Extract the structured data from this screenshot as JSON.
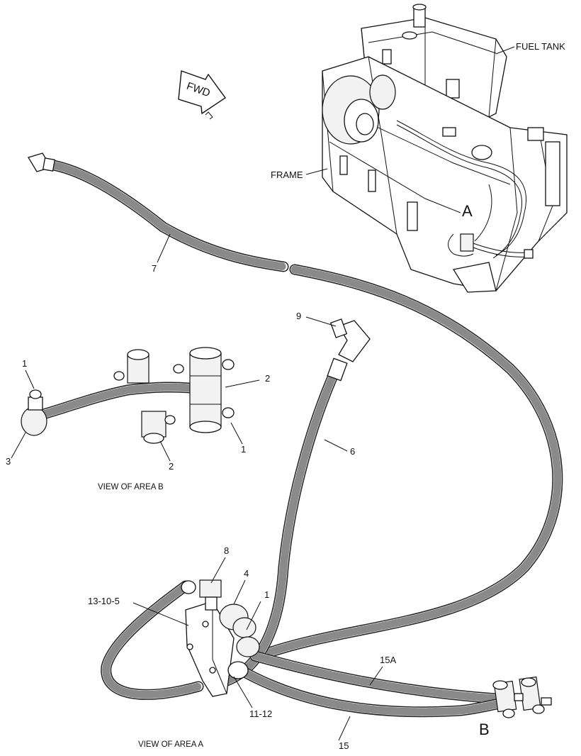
{
  "labels": {
    "fuel_tank": "FUEL TANK",
    "frame": "FRAME",
    "fwd": "FWD",
    "area_a_letter": "A",
    "area_b_letter": "B",
    "view_area_a": "VIEW OF AREA A",
    "view_area_b": "VIEW OF AREA B"
  },
  "callouts": {
    "p7": "7",
    "p9": "9",
    "p6": "6",
    "p8": "8",
    "p4": "4",
    "p1_a": "1",
    "p13_10_5": "13-10-5",
    "p11_12": "11-12",
    "p15": "15",
    "p15a": "15A",
    "b_p1_top": "1",
    "b_p2_right": "2",
    "b_p3": "3",
    "b_p2_bottom": "2",
    "b_p1_bottom": "1"
  }
}
